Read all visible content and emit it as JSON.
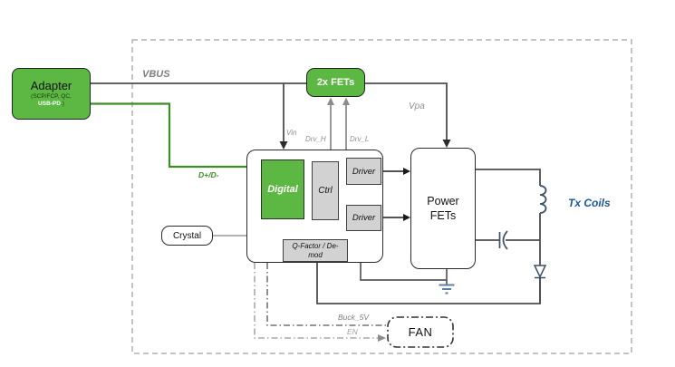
{
  "diagram": {
    "adapter": {
      "title": "Adapter",
      "sub_line1": "(SCP/FCP, QC,",
      "sub_line2_em": "USB-PD",
      "sub_line2_rest": ".)"
    },
    "blocks": {
      "fets2x": "2x FETs",
      "digital": "Digital",
      "ctrl": "Ctrl",
      "driver_high": "Driver",
      "driver_low": "Driver",
      "qfactor_line1": "Q-Factor / De-",
      "qfactor_line2": "mod",
      "power_fets_line1": "Power",
      "power_fets_line2": "FETs",
      "crystal": "Crystal",
      "fan": "FAN"
    },
    "signals": {
      "vbus": "VBUS",
      "vin": "Vin",
      "drv_h": "Drv_H",
      "drv_l": "Drv_L",
      "vpa": "Vpa",
      "usb_data": "D+/D-",
      "buck_5v": "Buck_5V",
      "en": "EN",
      "tx_coils": "Tx Coils"
    },
    "colors": {
      "green_fill": "#5cb843",
      "green_wire": "#3c8d26",
      "wire_dark": "#4d4d4d",
      "wire_light": "#8c8c8c",
      "gray_fill": "#d2d2d2",
      "component_blue": "#3d5166",
      "ground_blue": "#5b7fa6",
      "tx_label_blue": "#1a5796",
      "boundary_gray": "#b0b0b0"
    }
  }
}
